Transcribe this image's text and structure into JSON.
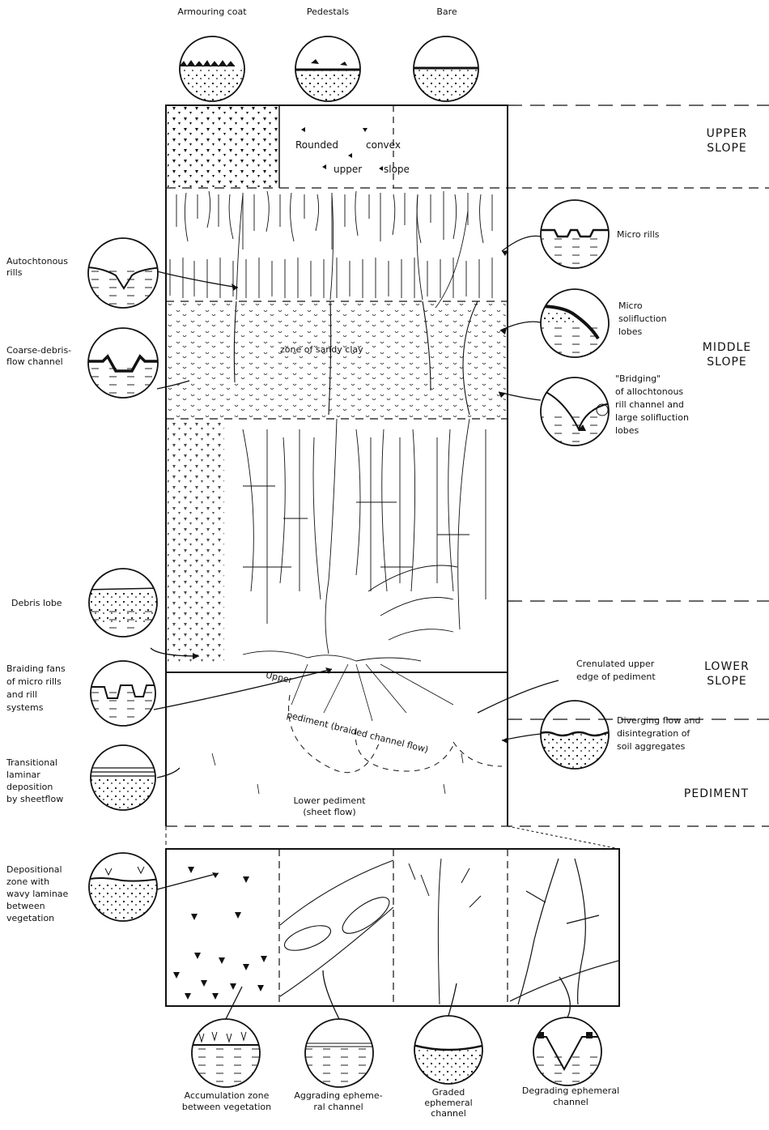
{
  "top_labels": {
    "armouring": "Armouring coat",
    "pedestals": "Pedestals",
    "bare": "Bare"
  },
  "zones": {
    "upper": "UPPER\nSLOPE",
    "middle": "MIDDLE\nSLOPE",
    "lower": "LOWER\nSLOPE",
    "pediment": "PEDIMENT"
  },
  "inner_labels": {
    "rounded": "Rounded",
    "convex": "convex",
    "upper": "upper",
    "slope": "slope",
    "zone_sandy": "zone of  sandy  clay",
    "upper_pediment_a": "Upper",
    "upper_pediment_b": "pediment  (braided  channel  flow)",
    "lower_pediment": "Lower  pediment\n(sheet flow)"
  },
  "left_labels": {
    "autochtonous": "Autochtonous\nrills",
    "coarse_debris": "Coarse-debris-\nflow channel",
    "debris_lobe": "Debris lobe",
    "braiding": "Braiding fans\nof micro rills\nand rill\nsystems",
    "transitional": "Transitional\nlaminar\ndeposition\nby sheetflow",
    "depositional": "Depositional\nzone with\nwavy laminae\nbetween\nvegetation"
  },
  "right_labels": {
    "micro_rills": "Micro rills",
    "micro_solifluction": "Micro\nsolifluction\nlobes",
    "bridging": "\"Bridging\"\nof allochtonous\nrill channel and\nlarge solifluction\nlobes",
    "crenulated": "Crenulated upper\nedge of pediment",
    "diverging": "Diverging flow and\ndisintegration of\nsoil aggregates"
  },
  "bottom_labels": {
    "accumulation": "Accumulation zone\nbetween vegetation",
    "aggrading": "Aggrading epheme-\nral channel",
    "graded": "Graded\nephemeral\nchannel",
    "degrading": "Degrading ephemeral\nchannel"
  }
}
